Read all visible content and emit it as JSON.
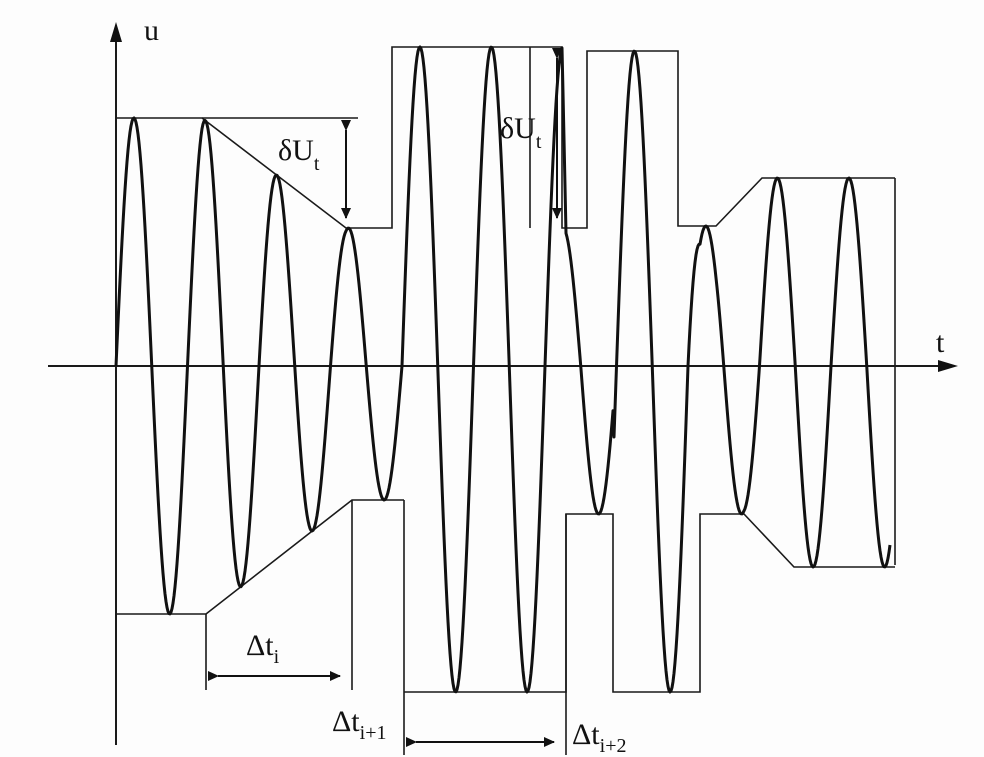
{
  "diagram": {
    "axis_y_label": "u",
    "axis_x_label": "t",
    "delta_u_label_1": {
      "main": "δU",
      "sub": "t"
    },
    "delta_u_label_2": {
      "main": "δU",
      "sub": "t"
    },
    "dt_label_1": {
      "main": "Δt",
      "sub": "i"
    },
    "dt_label_2": {
      "main": "Δt",
      "sub": "i+1"
    },
    "dt_label_3": {
      "main": "Δt",
      "sub": "i+2"
    }
  }
}
